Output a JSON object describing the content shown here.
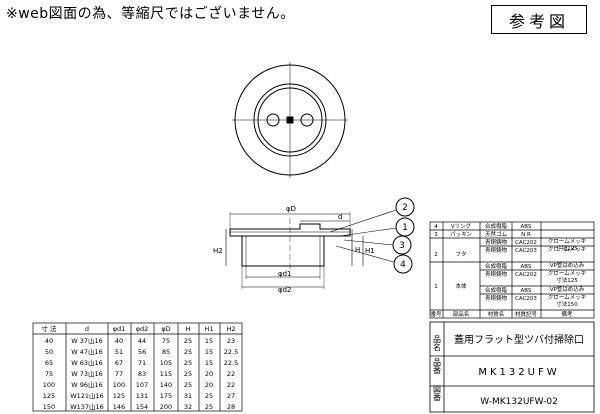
{
  "note": "※web図面の為、等縮尺ではございません。",
  "ref_label": "参考図",
  "dims": {
    "phiD": "φD",
    "d": "d",
    "phid1": "φd1",
    "phid2": "φd2",
    "H": "H",
    "H1": "H1",
    "H2": "H2"
  },
  "callouts": [
    "1",
    "2",
    "3",
    "4"
  ],
  "size_table": {
    "headers": [
      "寸 法",
      "d",
      "φd1",
      "φd2",
      "φD",
      "H",
      "H1",
      "H2"
    ],
    "rows": [
      [
        "40",
        "W 37山16",
        "40",
        "44",
        "75",
        "25",
        "15",
        "23"
      ],
      [
        "50",
        "W 47山16",
        "51",
        "56",
        "85",
        "25",
        "15",
        "22.5"
      ],
      [
        "65",
        "W 63山16",
        "67",
        "71",
        "105",
        "25",
        "15",
        "22.5"
      ],
      [
        "75",
        "W 73山16",
        "77",
        "83",
        "115",
        "25",
        "20",
        "22"
      ],
      [
        "100",
        "W 96山16",
        "100",
        "107",
        "140",
        "25",
        "20",
        "22"
      ],
      [
        "125",
        "W121山16",
        "125",
        "131",
        "175",
        "31",
        "25",
        "27"
      ],
      [
        "150",
        "W137山16",
        "146",
        "154",
        "200",
        "32",
        "25",
        "28"
      ]
    ]
  },
  "parts_table": {
    "headers": [
      "番号",
      "部品名",
      "材質名",
      "材質記号",
      "備考"
    ],
    "rows": [
      {
        "no": "4",
        "name": "Vリング",
        "mat": "合成樹脂",
        "code": "ABS",
        "note": ""
      },
      {
        "no": "3",
        "name": "パッキン",
        "mat": "天然ゴム",
        "code": "N R",
        "note": ""
      },
      {
        "no": "2",
        "name": "フタ",
        "mat": "青銅鋳物",
        "code": "CAC202",
        "note": "クロームメッキ",
        "note2": "寸法125"
      },
      {
        "no": "",
        "name": "",
        "mat": "青銅鋳物",
        "code": "CAC203",
        "note": "クロームメッキ",
        "note2": ""
      },
      {
        "no": "1",
        "name": "本体",
        "mat": "合成樹脂",
        "code": "ABS",
        "note": "VP管はめ込み",
        "note2": ""
      },
      {
        "no": "",
        "name": "",
        "mat": "青銅鋳物",
        "code": "CAC202",
        "note": "クロームメッキ",
        "note2": "寸法125"
      },
      {
        "no": "",
        "name": "",
        "mat": "合成樹脂",
        "code": "ABS",
        "note": "VP管はめ込み",
        "note2": ""
      },
      {
        "no": "",
        "name": "",
        "mat": "青銅鋳物",
        "code": "CAC203",
        "note": "クロームメッキ",
        "note2": "寸法150"
      }
    ]
  },
  "title_block": {
    "hinmei_label": "品名",
    "hinmei": "蓋用フラット型ツバ付掃除口",
    "hinban_label": "品番",
    "hinban": "MK132UFW",
    "zuban_label": "図番",
    "zuban": "W-MK132UFW-02"
  }
}
